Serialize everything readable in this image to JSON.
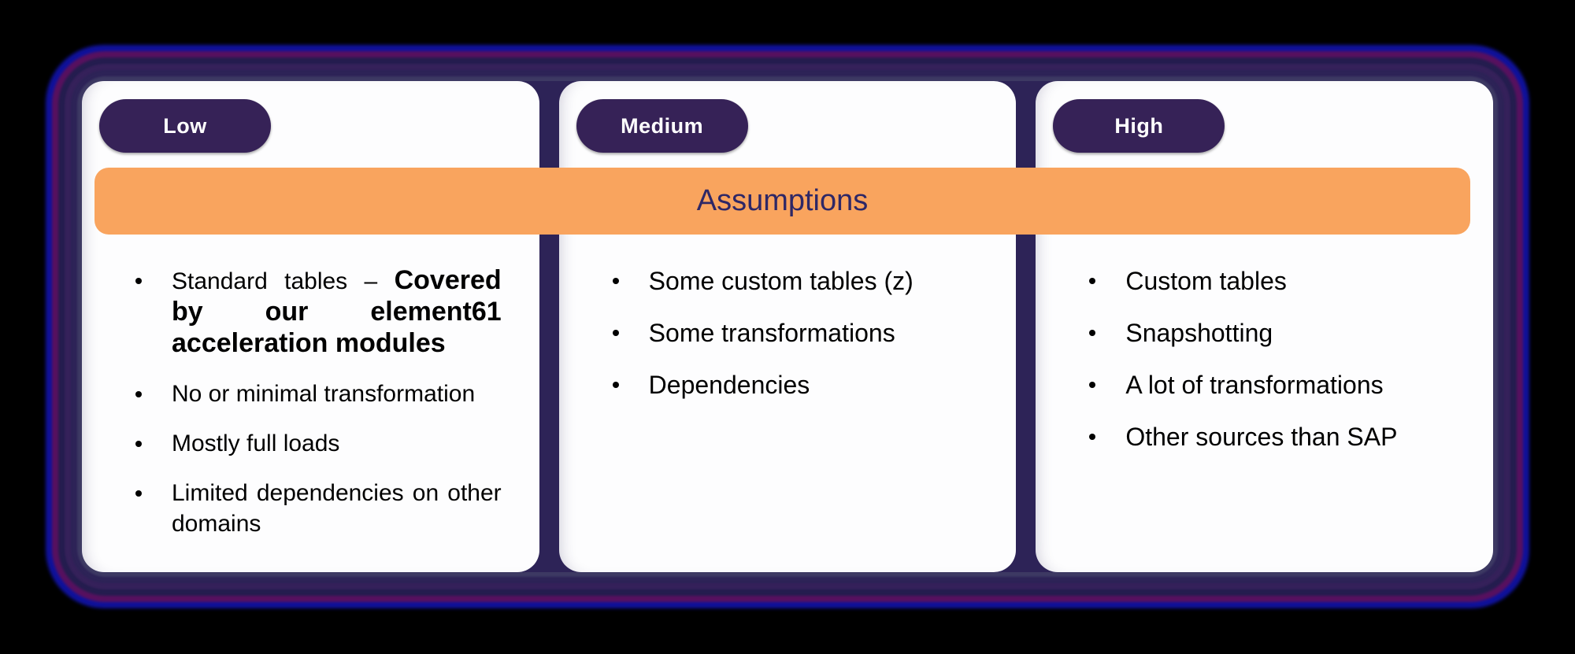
{
  "banner": {
    "label": "Assumptions"
  },
  "cards": [
    {
      "badge": "Low",
      "items": [
        {
          "text": "Standard tables – ",
          "bold": "Covered by our element61 acceleration modules"
        },
        {
          "text": "No or minimal transformation",
          "bold": ""
        },
        {
          "text": "Mostly full loads",
          "bold": ""
        },
        {
          "text": "Limited dependencies on other domains",
          "bold": ""
        }
      ]
    },
    {
      "badge": "Medium",
      "items": [
        {
          "text": "Some custom tables (z)",
          "bold": ""
        },
        {
          "text": "Some transformations",
          "bold": ""
        },
        {
          "text": "Dependencies",
          "bold": ""
        }
      ]
    },
    {
      "badge": "High",
      "items": [
        {
          "text": "Custom tables",
          "bold": ""
        },
        {
          "text": "Snapshotting",
          "bold": ""
        },
        {
          "text": "A lot of transformations",
          "bold": ""
        },
        {
          "text": "Other sources than SAP",
          "bold": ""
        }
      ]
    }
  ],
  "colors": {
    "background": "#000000",
    "card_bg": "#FDFDFE",
    "badge_bg": "#362257",
    "badge_text": "#FFFFFF",
    "banner_bg": "#F9A45E",
    "banner_text": "#2E2766",
    "body_text": "#000000",
    "gap_glow_purple": "#2D2357",
    "glow_magenta": "#58115F",
    "glow_blue": "#10129B"
  }
}
